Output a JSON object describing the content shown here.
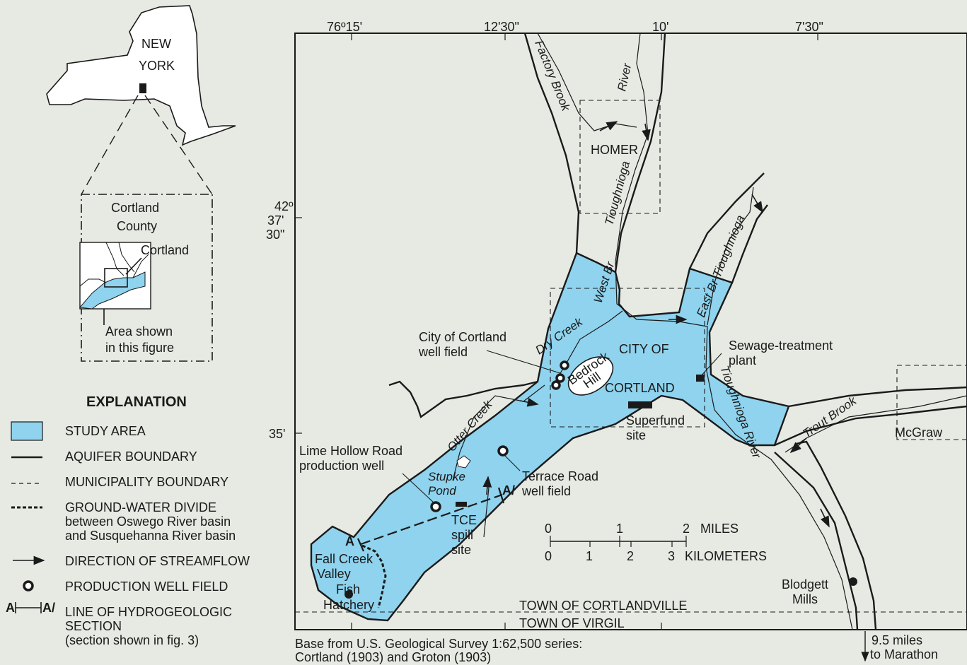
{
  "colors": {
    "background": "#e6eae3",
    "study_area": "#8fd3ee",
    "line": "#1a1a1a"
  },
  "inset": {
    "state_label_1": "NEW",
    "state_label_2": "YORK",
    "county_label_1": "Cortland",
    "county_label_2": "County",
    "city_label": "Cortland",
    "area_label_1": "Area shown",
    "area_label_2": "in this figure"
  },
  "explanation": {
    "title": "EXPLANATION",
    "items": [
      {
        "symbol": "study-area-swatch",
        "label": "STUDY AREA"
      },
      {
        "symbol": "aquifer-boundary-line",
        "label": "AQUIFER BOUNDARY"
      },
      {
        "symbol": "municipality-boundary-line",
        "label": "MUNICIPALITY BOUNDARY"
      },
      {
        "symbol": "ground-water-divide-line",
        "label": "GROUND-WATER DIVIDE",
        "sub1": "between Oswego River basin",
        "sub2": "and Susquehanna River basin"
      },
      {
        "symbol": "streamflow-arrow",
        "label": "DIRECTION OF STREAMFLOW"
      },
      {
        "symbol": "production-well-icon",
        "label": "PRODUCTION WELL FIELD"
      },
      {
        "symbol": "section-line",
        "label": "LINE OF HYDROGEOLOGIC",
        "sub1": "SECTION",
        "sub2": "(section shown in fig. 3)"
      }
    ],
    "section_a": "A",
    "section_a_prime": "A/"
  },
  "graticule": {
    "top": [
      "76º15'",
      "12'30\"",
      "10'",
      "7'30\""
    ],
    "lat1": [
      "42º",
      "37'",
      "30\""
    ],
    "lat2": "35'"
  },
  "map_labels": {
    "homer": "HOMER",
    "city1": "CITY OF",
    "city2": "CORTLAND",
    "mcgraw": "McGraw",
    "town_n": "TOWN OF CORTLANDVILLE",
    "town_s": "TOWN OF VIRGIL",
    "blodgett1": "Blodgett",
    "blodgett2": "Mills",
    "fallcreek1": "Fall Creek",
    "fallcreek2": "Valley",
    "fish1": "Fish",
    "fish2": "Hatchery",
    "wellfield1": "City of Cortland",
    "wellfield2": "well field",
    "sewage1": "Sewage-treatment",
    "sewage2": "plant",
    "superfund1": "Superfund",
    "superfund2": "site",
    "limehollow1": "Lime Hollow Road",
    "limehollow2": "production well",
    "terrace1": "Terrace Road",
    "terrace2": "well field",
    "tce1": "TCE",
    "tce2": "spill",
    "tce3": "site",
    "bedrock1": "Bedrock",
    "bedrock2": "Hill",
    "factory_brook": "Factory Brook",
    "river": "River",
    "tioughnioga": "Tioughnioga",
    "west_br": "West Br",
    "east_br": "East Br Tioughnioga",
    "dry_creek": "Dry Creek",
    "otter_creek": "Otter Creek",
    "stupke1": "Stupke",
    "stupke2": "Pond",
    "tiough_river": "Tioughnioga River",
    "trout_brook": "Trout Brook",
    "a": "A",
    "a_prime": "A/",
    "marathon1": "9.5  miles",
    "marathon2": "to  Marathon"
  },
  "scale": {
    "miles": [
      "0",
      "1",
      "2"
    ],
    "miles_unit": "MILES",
    "km": [
      "0",
      "1",
      "2",
      "3"
    ],
    "km_unit": "KILOMETERS"
  },
  "credit": {
    "line1": "Base from U.S. Geological Survey 1:62,500 series:",
    "line2": "Cortland (1903) and Groton (1903)"
  }
}
